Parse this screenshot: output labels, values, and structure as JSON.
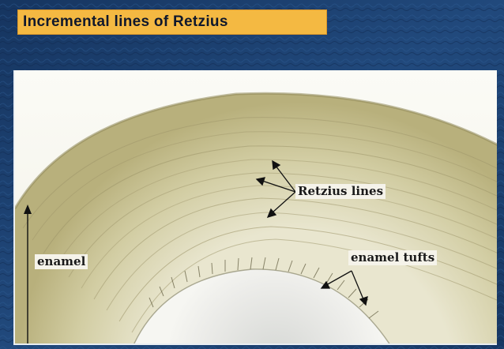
{
  "slide": {
    "title": "Incremental lines of Retzius"
  },
  "figure": {
    "labels": {
      "retzius": "Retzius lines",
      "enamel": "enamel",
      "tufts": "enamel tufts"
    }
  },
  "colors": {
    "background": "#1c3f6e",
    "title_fill": "#f4b942",
    "enamel_tone": "#c9c49a",
    "dentin_tone": "#e6e6e4"
  }
}
